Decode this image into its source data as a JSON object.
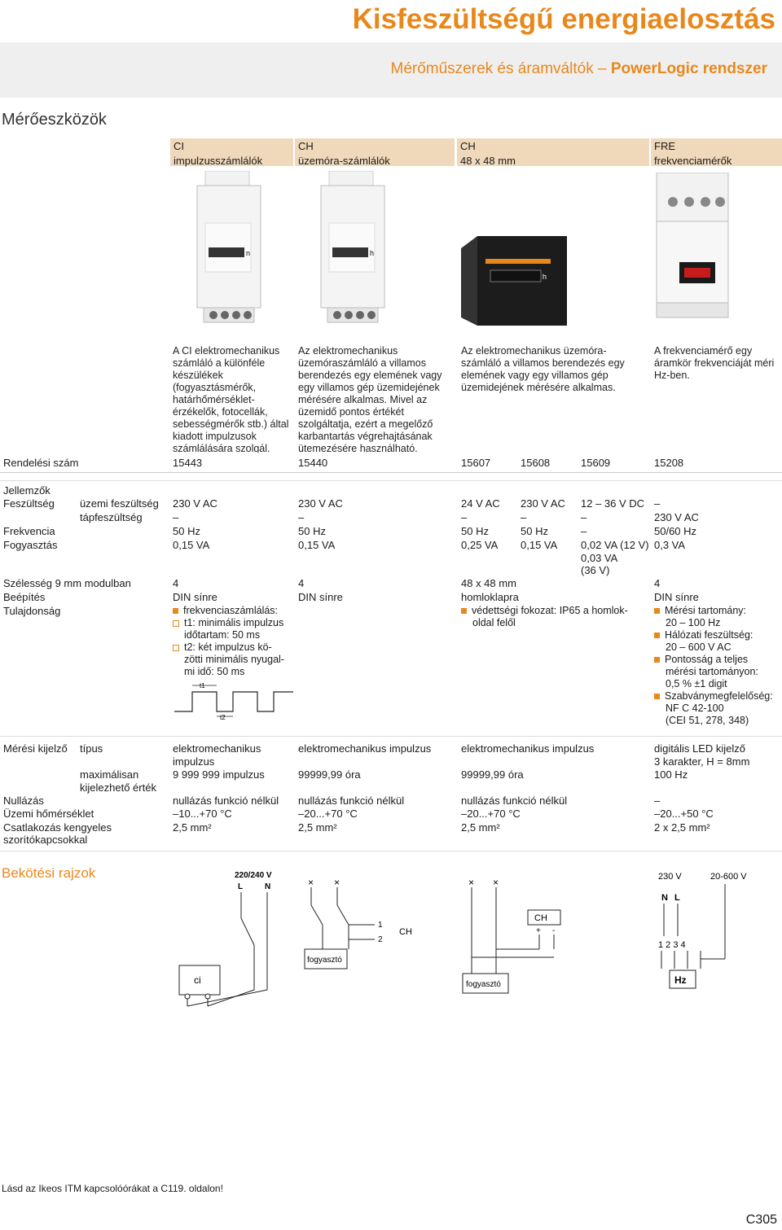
{
  "header": {
    "title": "Kisfeszültségű energiaelosztás",
    "subtitle_plain": "Mérőműszerek és áramváltók – ",
    "subtitle_bold": "PowerLogic rendszer",
    "section": "Mérőeszközök"
  },
  "columns": [
    {
      "code": "CI",
      "name": "impulzusszámlálók"
    },
    {
      "code": "CH",
      "name": "üzemóra-számlálók"
    },
    {
      "code": "CH",
      "name": "48 x 48 mm"
    },
    {
      "code": "FRE",
      "name": "frekvenciamérők"
    }
  ],
  "descriptions": [
    "A CI elektromechanikus számláló a különféle készülékek (fogyasztásmérők, határhőmérséklet-érzékelők, fotocellák, sebességmérők stb.) által kiadott impulzusok számlálására szolgál.",
    "Az elektromechanikus üzemóraszámláló a villamos berendezés egy elemének vagy egy villamos gép üzemidejének mérésére alkalmas. Mivel az üzemidő pontos értékét szolgáltatja, ezért a megelőző karbantartás végrehajtásának ütemezésére használható.",
    "Az elektromechanikus üzemóra-számláló a villamos berendezés egy elemének vagy egy villamos gép üzemidejének mérésére alkalmas.",
    "A frekvenciamérő egy áramkör frekvenciáját méri Hz-ben."
  ],
  "order": {
    "label": "Rendelési szám",
    "values": [
      "15443",
      "15440",
      "15607",
      "15608",
      "15609",
      "15208"
    ]
  },
  "specs": {
    "heading": "Jellemzők",
    "voltage_label": "Feszültség",
    "operating_voltage_label": "üzemi feszültség",
    "operating_voltage": [
      "230 V AC",
      "230 V AC",
      "24 V AC",
      "230 V AC",
      "12 – 36 V DC",
      "–"
    ],
    "supply_voltage_label": "tápfeszültség",
    "supply_voltage": [
      "–",
      "–",
      "–",
      "–",
      "–",
      "230 V AC"
    ],
    "frequency_label": "Frekvencia",
    "frequency": [
      "50 Hz",
      "50 Hz",
      "50 Hz",
      "50 Hz",
      "–",
      "50/60 Hz"
    ],
    "consumption_label": "Fogyasztás",
    "consumption": [
      "0,15 VA",
      "0,15 VA",
      "0,25 VA",
      "0,15 VA",
      "0,02 VA (12 V)",
      "0,3 VA"
    ],
    "consumption_extra1": "0,03 VA",
    "consumption_extra2": "(36 V)",
    "width_label": "Szélesség 9 mm modulban",
    "width": [
      "4",
      "4",
      "48 x 48 mm",
      "4"
    ],
    "mount_label": "Beépítés",
    "mount": [
      "DIN sínre",
      "DIN sínre",
      "homloklapra",
      "DIN sínre"
    ],
    "property_label": "Tulajdonság",
    "prop_ci": [
      "frekvenciaszámlálás:",
      "t1: minimális impulzus",
      "időtartam: 50 ms",
      "t2: két impulzus kö-",
      "zötti minimális nyugal-",
      "mi idő: 50 ms"
    ],
    "prop_ch": [
      "védettségi fokozat: IP65 a homlok-",
      "oldal felől"
    ],
    "prop_fre": [
      "Mérési tartomány:",
      "20 – 100 Hz",
      "Hálózati feszültség:",
      "20 – 600 V AC",
      "Pontosság a teljes",
      "mérési tartományon:",
      "0,5 % ±1 digit",
      "Szabványmegfelelőség:",
      "NF C 42-100",
      "(CEI 51, 278, 348)"
    ],
    "t1": "t1",
    "t2": "t2"
  },
  "display": {
    "label": "Mérési kijelző",
    "type_label": "típus",
    "type": [
      "elektromechanikus",
      "impulzus",
      "elektromechanikus impulzus",
      "elektromechanikus impulzus",
      "digitális LED kijelző",
      "3 karakter, H = 8mm"
    ],
    "max_label1": "maximálisan",
    "max_label2": "kijelezhető érték",
    "max": [
      "9 999 999 impulzus",
      "99999,99 óra",
      "99999,99 óra",
      "100 Hz"
    ],
    "reset_label": "Nullázás",
    "reset": [
      "nullázás funkció nélkül",
      "nullázás funkció nélkül",
      "nullázás funkció nélkül",
      "–"
    ],
    "temp_label": "Üzemi hőmérséklet",
    "temp": [
      "–10...+70 °C",
      "–20...+70 °C",
      "–20...+70 °C",
      "–20...+50 °C"
    ],
    "conn_label1": "Csatlakozás kengyeles",
    "conn_label2": "szorítókapcsokkal",
    "conn": [
      "2,5 mm²",
      "2,5 mm²",
      "2,5 mm²",
      "2 x 2,5 mm²"
    ]
  },
  "wiring": {
    "title": "Bekötési rajzok",
    "d1_voltage": "220/240 V",
    "d1_L": "L",
    "d1_N": "N",
    "d1_box": "ci",
    "d2_load": "fogyasztó",
    "d3_1": "1",
    "d3_2": "2",
    "d3_CH": "CH",
    "d4_CH": "CH",
    "d4_plus": "+",
    "d4_minus": "-",
    "d4_load": "fogyasztó",
    "d5_voltage": "230 V",
    "d5_range": "20-600 V",
    "d5_N": "N",
    "d5_L": "L",
    "d5_terms": "1  2  3  4",
    "d5_box": "Hz"
  },
  "footer": {
    "note": "Lásd az Ikeos ITM kapcsolóórákat a C119. oldalon!",
    "page": "C305"
  }
}
